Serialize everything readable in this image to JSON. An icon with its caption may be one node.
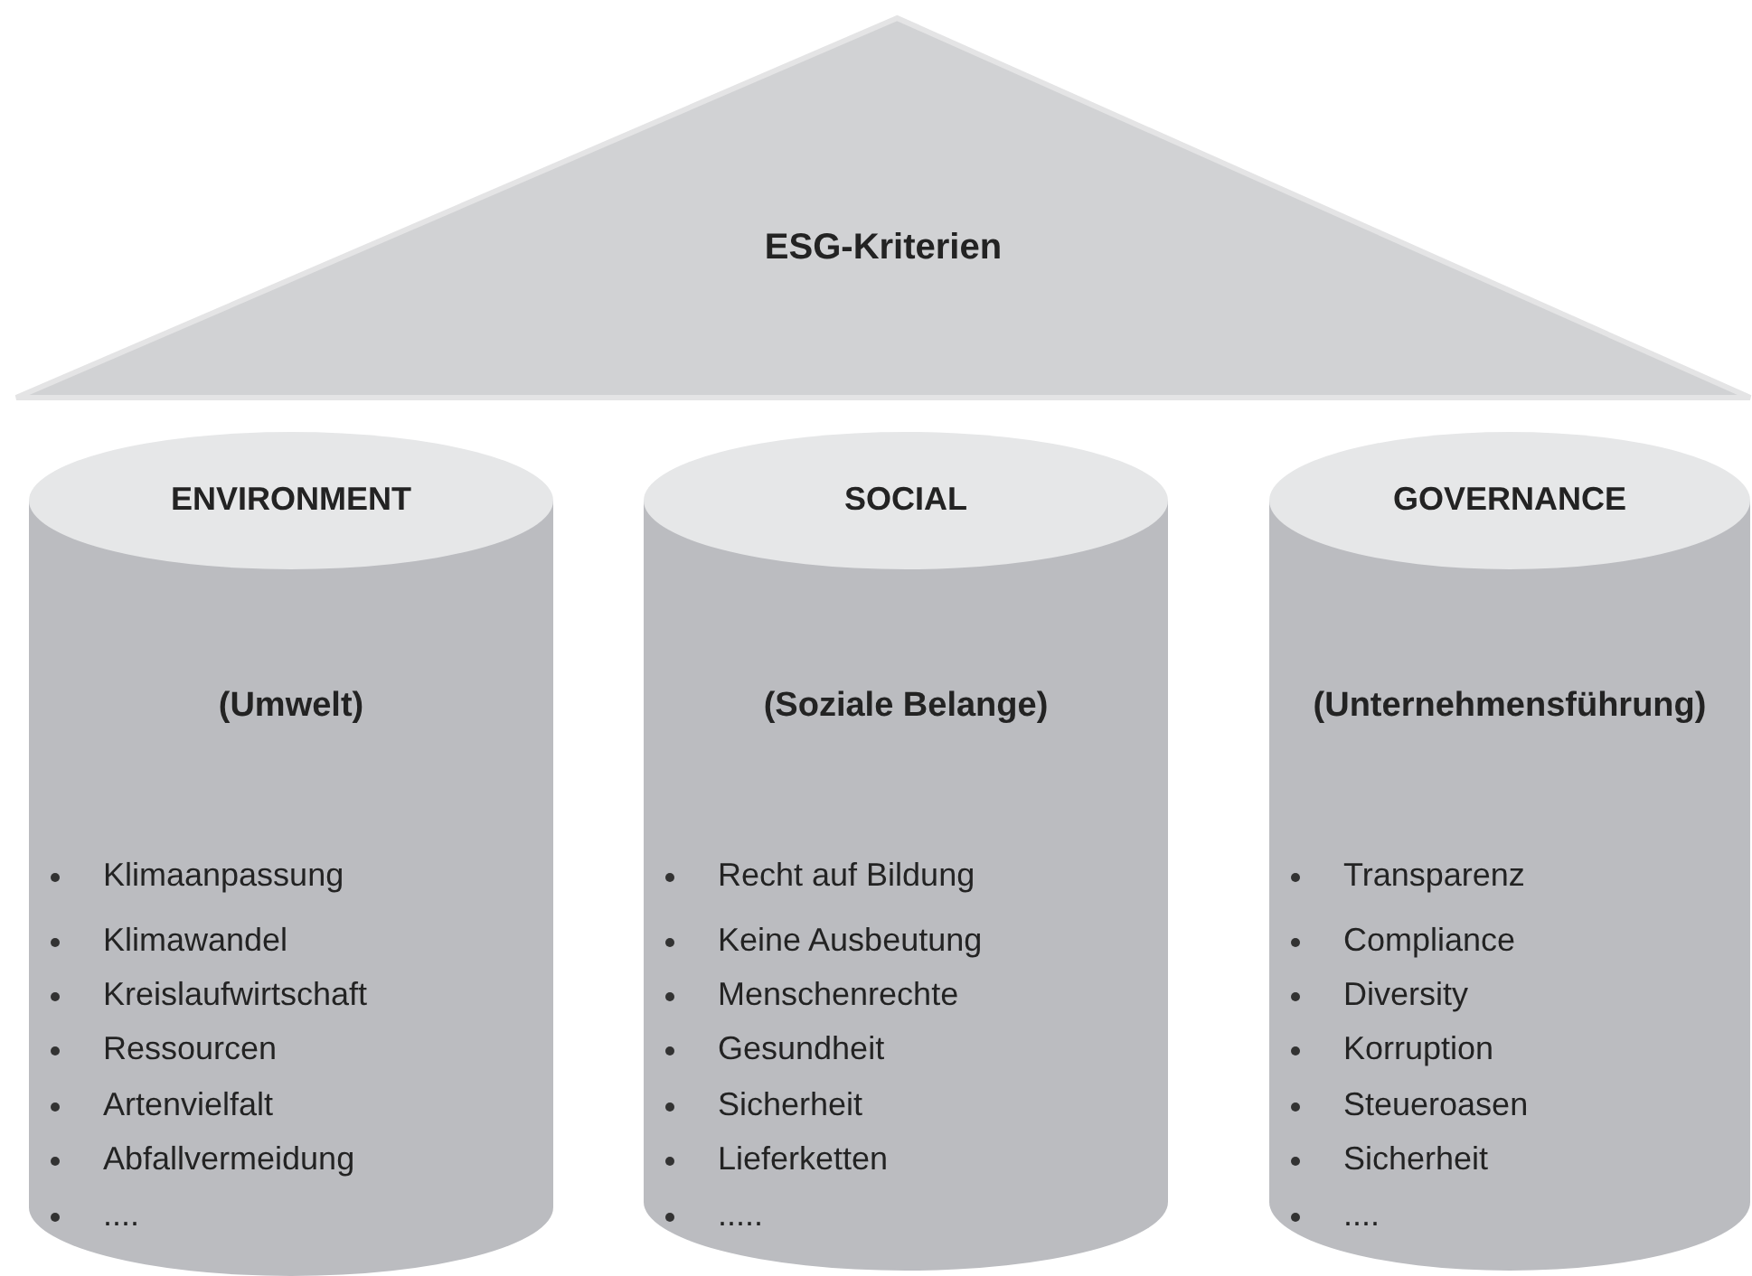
{
  "diagram": {
    "nodes": [
      {
        "text": [
          "ESG-Kriterien"
        ]
      },
      {
        "text": [
          "ENVIRONMENT",
          "(Umwelt)",
          "Klimaanpassung",
          "Klimawandel",
          "Kreislaufwirtschaft",
          "Ressourcen",
          "Artenvielfalt",
          "Abfallvermeidung",
          "...."
        ]
      },
      {
        "text": [
          "SOCIAL",
          "(Soziale Belange)",
          "Recht auf Bildung",
          "Keine Ausbeutung",
          "Menschenrechte",
          "Gesundheit",
          "Sicherheit",
          "Lieferketten",
          "....."
        ]
      },
      {
        "text": [
          "GOVERNANCE",
          "(Unternehmensführung)",
          "Transparenz",
          "Compliance",
          "Diversity",
          "Korruption",
          "Steueroasen",
          "Sicherheit",
          "...."
        ]
      }
    ],
    "edges": []
  }
}
